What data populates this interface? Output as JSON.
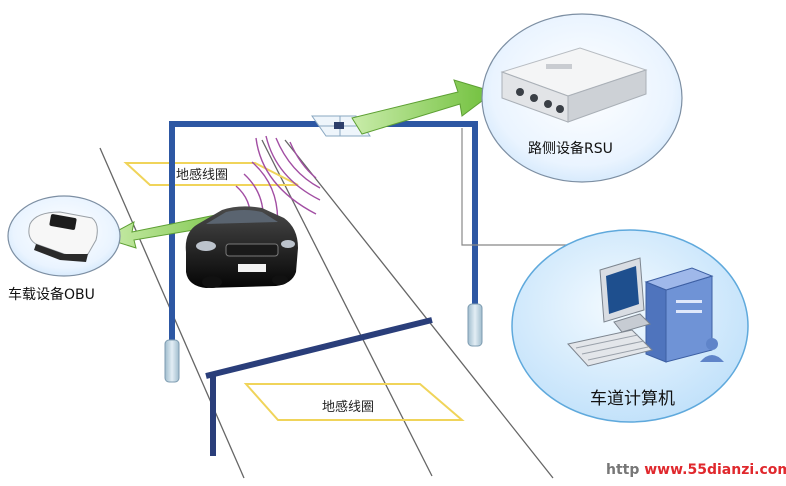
{
  "labels": {
    "obu": "车载设备OBU",
    "rsu": "路侧设备RSU",
    "lane_computer": "车道计算机",
    "loop_top": "地感线圈",
    "loop_bottom": "地感线圈"
  },
  "watermark": {
    "prefix": "http",
    "site": "www.55dianzi.com"
  },
  "colors": {
    "gantry": "#2d57a3",
    "pole_base": "#c9dbe6",
    "arrow": "#8fd05a",
    "loop": "#f0d45a",
    "signal": "#a24ea3",
    "computer_bg": "#dcefff",
    "computer_bg_edge": "#5fa9dc",
    "road_line": "#666666",
    "watermark_red": "#e0282d"
  },
  "icons": [
    "obu-device",
    "rsu-device",
    "car",
    "desktop-computer",
    "antenna"
  ]
}
